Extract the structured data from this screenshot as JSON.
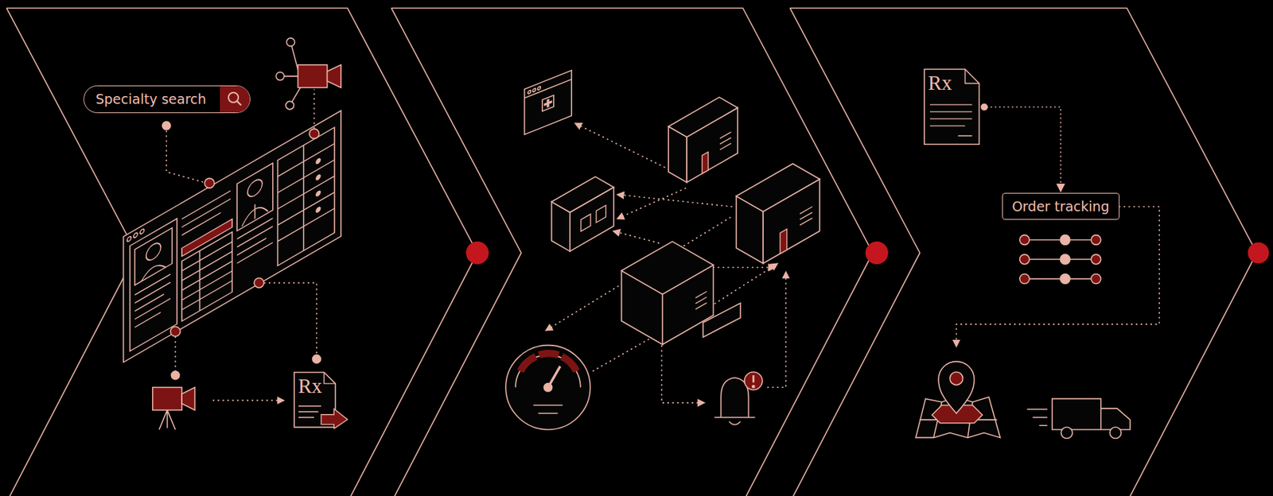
{
  "diagram": {
    "nodes": [
      {
        "text": [
          "Specialty search"
        ]
      },
      {
        "text": [
          "Rx"
        ]
      },
      {
        "text": [
          "Rx"
        ]
      },
      {
        "text": [
          "Order tracking"
        ]
      }
    ],
    "edges": [
      {
        "from": 2,
        "to": 3,
        "arrow": "to"
      }
    ]
  }
}
